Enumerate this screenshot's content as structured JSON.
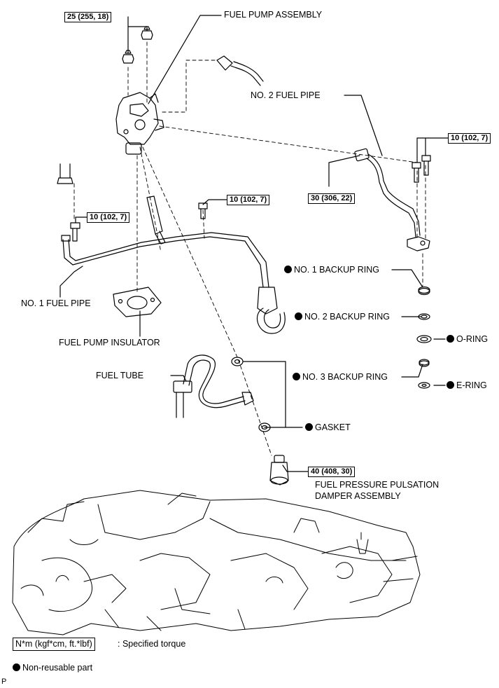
{
  "labels": {
    "fuel_pump_assembly": "FUEL PUMP ASSEMBLY",
    "no2_fuel_pipe": "NO. 2 FUEL PIPE",
    "no1_backup_ring": "NO. 1 BACKUP RING",
    "no2_backup_ring": "NO. 2 BACKUP RING",
    "o_ring": "O-RING",
    "no3_backup_ring": "NO. 3 BACKUP RING",
    "e_ring": "E-RING",
    "no1_fuel_pipe": "NO. 1 FUEL PIPE",
    "fuel_pump_insulator": "FUEL PUMP INSULATOR",
    "fuel_tube": "FUEL TUBE",
    "gasket": "GASKET",
    "damper_line1": "FUEL PRESSURE PULSATION",
    "damper_line2": "DAMPER ASSEMBLY"
  },
  "torques": {
    "pump_nuts": "25 (255, 18)",
    "no2_pipe_bolts": "10 (102, 7)",
    "no2_pipe_union": "30 (306, 22)",
    "clamp_bolt": "10 (102, 7)",
    "no1_pipe_bolt": "10 (102, 7)",
    "damper": "40 (408, 30)"
  },
  "legend": {
    "torque_unit": "N*m (kgf*cm, ft.*lbf)",
    "torque_desc": ": Specified torque",
    "non_reusable": "Non-reusable part"
  },
  "page_marker": "P"
}
